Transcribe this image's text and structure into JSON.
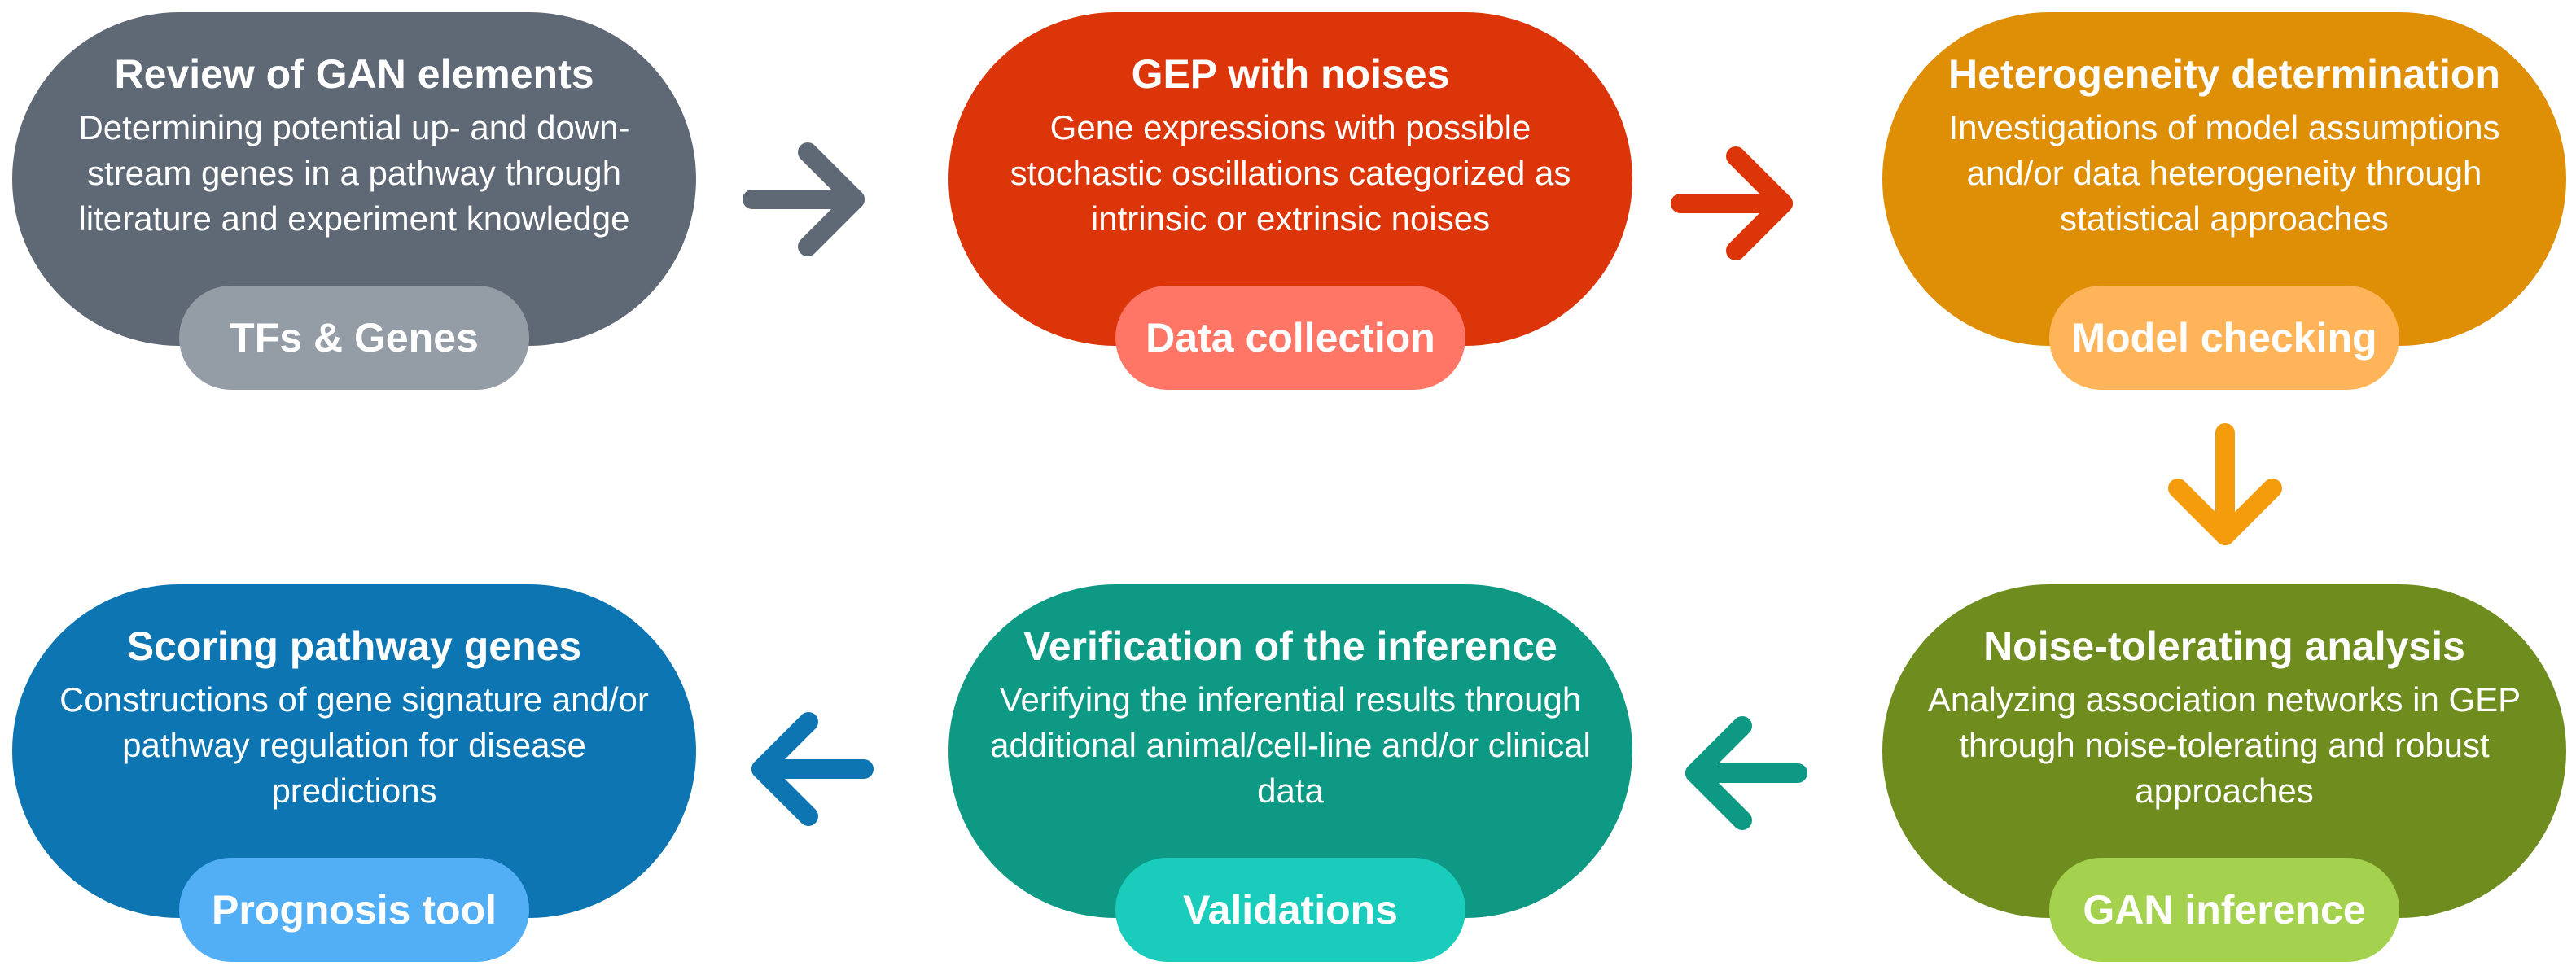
{
  "steps": [
    {
      "title": "Review of GAN elements",
      "desc": "Determining potential up- and down-stream genes in a pathway through literature and experiment knowledge",
      "tag": "TFs & Genes",
      "color": "#5f6976",
      "tag_color": "#949ca6"
    },
    {
      "title": "GEP with noises",
      "desc": "Gene expressions with possible stochastic oscillations categorized as intrinsic or extrinsic noises",
      "tag": "Data collection",
      "color": "#dc3509",
      "tag_color": "#ff7566"
    },
    {
      "title": "Heterogeneity determination",
      "desc": "Investigations of model assumptions and/or data heterogeneity through statistical approaches",
      "tag": "Model checking",
      "color": "#de8f05",
      "tag_color": "#ffb45a"
    },
    {
      "title": "Noise-tolerating analysis",
      "desc": "Analyzing association networks in GEP through noise-tolerating and robust approaches",
      "tag": "GAN inference",
      "color": "#6f8c1f",
      "tag_color": "#a4d24e"
    },
    {
      "title": "Verification of the inference",
      "desc": "Verifying the inferential results through additional animal/cell-line and/or clinical data",
      "tag": "Validations",
      "color": "#0e9985",
      "tag_color": "#19ccbc"
    },
    {
      "title": "Scoring pathway genes",
      "desc": "Constructions of gene signature and/or pathway regulation for disease predictions",
      "tag": "Prognosis tool",
      "color": "#0d75b2",
      "tag_color": "#52aef5"
    }
  ],
  "arrows": [
    {
      "direction": "right",
      "color": "#5f6976"
    },
    {
      "direction": "right",
      "color": "#dc3509"
    },
    {
      "direction": "down",
      "color": "#f59c0c"
    },
    {
      "direction": "left",
      "color": "#0e9985"
    },
    {
      "direction": "left",
      "color": "#0d75b2"
    }
  ]
}
